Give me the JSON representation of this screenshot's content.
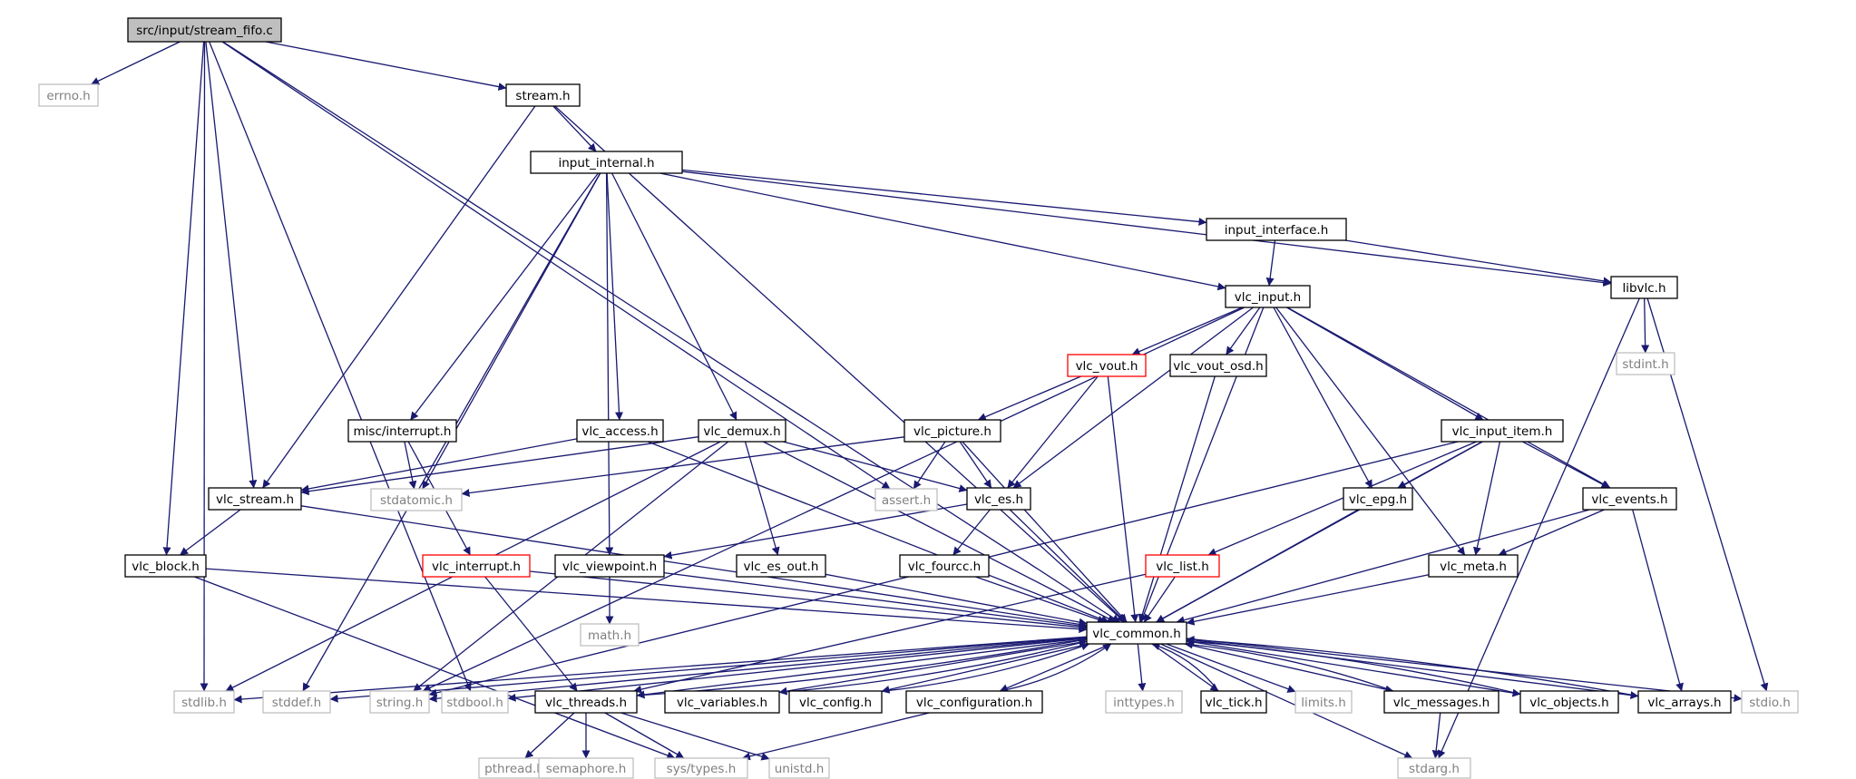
{
  "graph": {
    "nodes": [
      {
        "id": "root",
        "label": "src/input/stream_fifo.c",
        "style": "root"
      },
      {
        "id": "errno",
        "label": "errno.h",
        "style": "external"
      },
      {
        "id": "stream",
        "label": "stream.h",
        "style": "normal"
      },
      {
        "id": "input_internal",
        "label": "input_internal.h",
        "style": "normal"
      },
      {
        "id": "input_interface",
        "label": "input_interface.h",
        "style": "normal"
      },
      {
        "id": "libvlc",
        "label": "libvlc.h",
        "style": "normal"
      },
      {
        "id": "stdint",
        "label": "stdint.h",
        "style": "external"
      },
      {
        "id": "vlc_input",
        "label": "vlc_input.h",
        "style": "normal"
      },
      {
        "id": "vlc_vout",
        "label": "vlc_vout.h",
        "style": "truncated"
      },
      {
        "id": "vlc_vout_osd",
        "label": "vlc_vout_osd.h",
        "style": "normal"
      },
      {
        "id": "misc_interrupt",
        "label": "misc/interrupt.h",
        "style": "normal"
      },
      {
        "id": "vlc_access",
        "label": "vlc_access.h",
        "style": "normal"
      },
      {
        "id": "vlc_demux",
        "label": "vlc_demux.h",
        "style": "normal"
      },
      {
        "id": "vlc_picture",
        "label": "vlc_picture.h",
        "style": "normal"
      },
      {
        "id": "vlc_input_item",
        "label": "vlc_input_item.h",
        "style": "normal"
      },
      {
        "id": "vlc_stream",
        "label": "vlc_stream.h",
        "style": "normal"
      },
      {
        "id": "stdatomic",
        "label": "stdatomic.h",
        "style": "external"
      },
      {
        "id": "assert",
        "label": "assert.h",
        "style": "external"
      },
      {
        "id": "vlc_es",
        "label": "vlc_es.h",
        "style": "normal"
      },
      {
        "id": "vlc_epg",
        "label": "vlc_epg.h",
        "style": "normal"
      },
      {
        "id": "vlc_events",
        "label": "vlc_events.h",
        "style": "normal"
      },
      {
        "id": "vlc_block",
        "label": "vlc_block.h",
        "style": "normal"
      },
      {
        "id": "vlc_interrupt",
        "label": "vlc_interrupt.h",
        "style": "truncated"
      },
      {
        "id": "vlc_viewpoint",
        "label": "vlc_viewpoint.h",
        "style": "normal"
      },
      {
        "id": "vlc_es_out",
        "label": "vlc_es_out.h",
        "style": "normal"
      },
      {
        "id": "vlc_fourcc",
        "label": "vlc_fourcc.h",
        "style": "normal"
      },
      {
        "id": "vlc_list",
        "label": "vlc_list.h",
        "style": "truncated"
      },
      {
        "id": "vlc_meta",
        "label": "vlc_meta.h",
        "style": "normal"
      },
      {
        "id": "math",
        "label": "math.h",
        "style": "external"
      },
      {
        "id": "vlc_common",
        "label": "vlc_common.h",
        "style": "normal"
      },
      {
        "id": "stdlib",
        "label": "stdlib.h",
        "style": "external"
      },
      {
        "id": "stddef",
        "label": "stddef.h",
        "style": "external"
      },
      {
        "id": "string",
        "label": "string.h",
        "style": "external"
      },
      {
        "id": "stdbool",
        "label": "stdbool.h",
        "style": "external"
      },
      {
        "id": "vlc_threads",
        "label": "vlc_threads.h",
        "style": "normal"
      },
      {
        "id": "vlc_variables",
        "label": "vlc_variables.h",
        "style": "normal"
      },
      {
        "id": "vlc_config",
        "label": "vlc_config.h",
        "style": "normal"
      },
      {
        "id": "vlc_configuration",
        "label": "vlc_configuration.h",
        "style": "normal"
      },
      {
        "id": "inttypes",
        "label": "inttypes.h",
        "style": "external"
      },
      {
        "id": "vlc_tick",
        "label": "vlc_tick.h",
        "style": "normal"
      },
      {
        "id": "limits",
        "label": "limits.h",
        "style": "external"
      },
      {
        "id": "vlc_messages",
        "label": "vlc_messages.h",
        "style": "normal"
      },
      {
        "id": "vlc_objects",
        "label": "vlc_objects.h",
        "style": "normal"
      },
      {
        "id": "vlc_arrays",
        "label": "vlc_arrays.h",
        "style": "normal"
      },
      {
        "id": "stdio",
        "label": "stdio.h",
        "style": "external"
      },
      {
        "id": "pthread",
        "label": "pthread.h",
        "style": "external"
      },
      {
        "id": "semaphore",
        "label": "semaphore.h",
        "style": "external"
      },
      {
        "id": "sys_types",
        "label": "sys/types.h",
        "style": "external"
      },
      {
        "id": "unistd",
        "label": "unistd.h",
        "style": "external"
      },
      {
        "id": "stdarg",
        "label": "stdarg.h",
        "style": "external"
      }
    ],
    "edges": [
      [
        "root",
        "errno"
      ],
      [
        "root",
        "stream"
      ],
      [
        "root",
        "vlc_common"
      ],
      [
        "root",
        "assert"
      ],
      [
        "root",
        "vlc_stream"
      ],
      [
        "root",
        "vlc_block"
      ],
      [
        "root",
        "stdbool"
      ],
      [
        "root",
        "stdlib"
      ],
      [
        "stream",
        "input_internal"
      ],
      [
        "stream",
        "vlc_stream"
      ],
      [
        "stream",
        "vlc_common"
      ],
      [
        "input_internal",
        "input_interface"
      ],
      [
        "input_internal",
        "libvlc"
      ],
      [
        "input_internal",
        "vlc_input"
      ],
      [
        "input_internal",
        "misc_interrupt"
      ],
      [
        "input_internal",
        "vlc_access"
      ],
      [
        "input_internal",
        "vlc_demux"
      ],
      [
        "input_internal",
        "vlc_viewpoint"
      ],
      [
        "input_internal",
        "stdatomic"
      ],
      [
        "input_internal",
        "stddef"
      ],
      [
        "input_interface",
        "vlc_input"
      ],
      [
        "input_interface",
        "libvlc"
      ],
      [
        "libvlc",
        "stdint"
      ],
      [
        "libvlc",
        "stdio"
      ],
      [
        "libvlc",
        "stdarg"
      ],
      [
        "vlc_input",
        "vlc_vout"
      ],
      [
        "vlc_input",
        "vlc_vout_osd"
      ],
      [
        "vlc_input",
        "vlc_input_item"
      ],
      [
        "vlc_input",
        "vlc_es"
      ],
      [
        "vlc_input",
        "vlc_epg"
      ],
      [
        "vlc_input",
        "vlc_events"
      ],
      [
        "vlc_input",
        "vlc_meta"
      ],
      [
        "vlc_input",
        "vlc_common"
      ],
      [
        "vlc_input",
        "string"
      ],
      [
        "vlc_vout",
        "vlc_picture"
      ],
      [
        "vlc_vout",
        "vlc_es"
      ],
      [
        "vlc_vout",
        "vlc_common"
      ],
      [
        "vlc_vout_osd",
        "vlc_common"
      ],
      [
        "misc_interrupt",
        "stdatomic"
      ],
      [
        "misc_interrupt",
        "vlc_interrupt"
      ],
      [
        "vlc_access",
        "vlc_stream"
      ],
      [
        "vlc_access",
        "vlc_common"
      ],
      [
        "vlc_demux",
        "vlc_stream"
      ],
      [
        "vlc_demux",
        "vlc_es"
      ],
      [
        "vlc_demux",
        "vlc_es_out"
      ],
      [
        "vlc_demux",
        "vlc_common"
      ],
      [
        "vlc_demux",
        "stdlib"
      ],
      [
        "vlc_demux",
        "string"
      ],
      [
        "vlc_picture",
        "assert"
      ],
      [
        "vlc_picture",
        "vlc_es"
      ],
      [
        "vlc_picture",
        "stdatomic"
      ],
      [
        "vlc_picture",
        "vlc_common"
      ],
      [
        "vlc_input_item",
        "vlc_list"
      ],
      [
        "vlc_input_item",
        "vlc_epg"
      ],
      [
        "vlc_input_item",
        "vlc_meta"
      ],
      [
        "vlc_input_item",
        "vlc_events"
      ],
      [
        "vlc_input_item",
        "vlc_common"
      ],
      [
        "vlc_input_item",
        "string"
      ],
      [
        "vlc_stream",
        "vlc_block"
      ],
      [
        "vlc_stream",
        "vlc_common"
      ],
      [
        "vlc_es",
        "vlc_fourcc"
      ],
      [
        "vlc_es",
        "vlc_viewpoint"
      ],
      [
        "vlc_es",
        "vlc_common"
      ],
      [
        "vlc_epg",
        "vlc_common"
      ],
      [
        "vlc_events",
        "vlc_meta"
      ],
      [
        "vlc_events",
        "vlc_arrays"
      ],
      [
        "vlc_events",
        "vlc_common"
      ],
      [
        "vlc_block",
        "vlc_common"
      ],
      [
        "vlc_block",
        "sys_types"
      ],
      [
        "vlc_interrupt",
        "vlc_threads"
      ],
      [
        "vlc_interrupt",
        "vlc_common"
      ],
      [
        "vlc_viewpoint",
        "math"
      ],
      [
        "vlc_viewpoint",
        "vlc_common"
      ],
      [
        "vlc_es_out",
        "vlc_common"
      ],
      [
        "vlc_fourcc",
        "vlc_common"
      ],
      [
        "vlc_list",
        "vlc_common"
      ],
      [
        "vlc_list",
        "vlc_threads"
      ],
      [
        "vlc_meta",
        "vlc_common"
      ],
      [
        "vlc_common",
        "stdlib"
      ],
      [
        "vlc_common",
        "stddef"
      ],
      [
        "vlc_common",
        "string"
      ],
      [
        "vlc_common",
        "stdbool"
      ],
      [
        "vlc_common",
        "vlc_threads"
      ],
      [
        "vlc_common",
        "vlc_variables"
      ],
      [
        "vlc_common",
        "vlc_config"
      ],
      [
        "vlc_common",
        "vlc_configuration"
      ],
      [
        "vlc_common",
        "inttypes"
      ],
      [
        "vlc_common",
        "vlc_tick"
      ],
      [
        "vlc_common",
        "limits"
      ],
      [
        "vlc_common",
        "vlc_messages"
      ],
      [
        "vlc_common",
        "vlc_objects"
      ],
      [
        "vlc_common",
        "vlc_arrays"
      ],
      [
        "vlc_common",
        "stdio"
      ],
      [
        "vlc_common",
        "stdarg"
      ],
      [
        "vlc_threads",
        "vlc_common"
      ],
      [
        "vlc_variables",
        "vlc_common"
      ],
      [
        "vlc_config",
        "vlc_common"
      ],
      [
        "vlc_configuration",
        "vlc_common"
      ],
      [
        "vlc_tick",
        "vlc_common"
      ],
      [
        "vlc_messages",
        "vlc_common"
      ],
      [
        "vlc_objects",
        "vlc_common"
      ],
      [
        "vlc_arrays",
        "vlc_common"
      ],
      [
        "vlc_threads",
        "pthread"
      ],
      [
        "vlc_threads",
        "semaphore"
      ],
      [
        "vlc_threads",
        "unistd"
      ],
      [
        "vlc_threads",
        "sys_types"
      ],
      [
        "vlc_configuration",
        "sys_types"
      ],
      [
        "vlc_messages",
        "stdarg"
      ]
    ]
  },
  "colors": {
    "edge": "#191970",
    "root_fill": "#bfbfbf",
    "node_border": "#000000",
    "external_border": "#bfbfbf",
    "external_text": "#808080",
    "truncated_border": "#ff0000",
    "text": "#000000"
  }
}
